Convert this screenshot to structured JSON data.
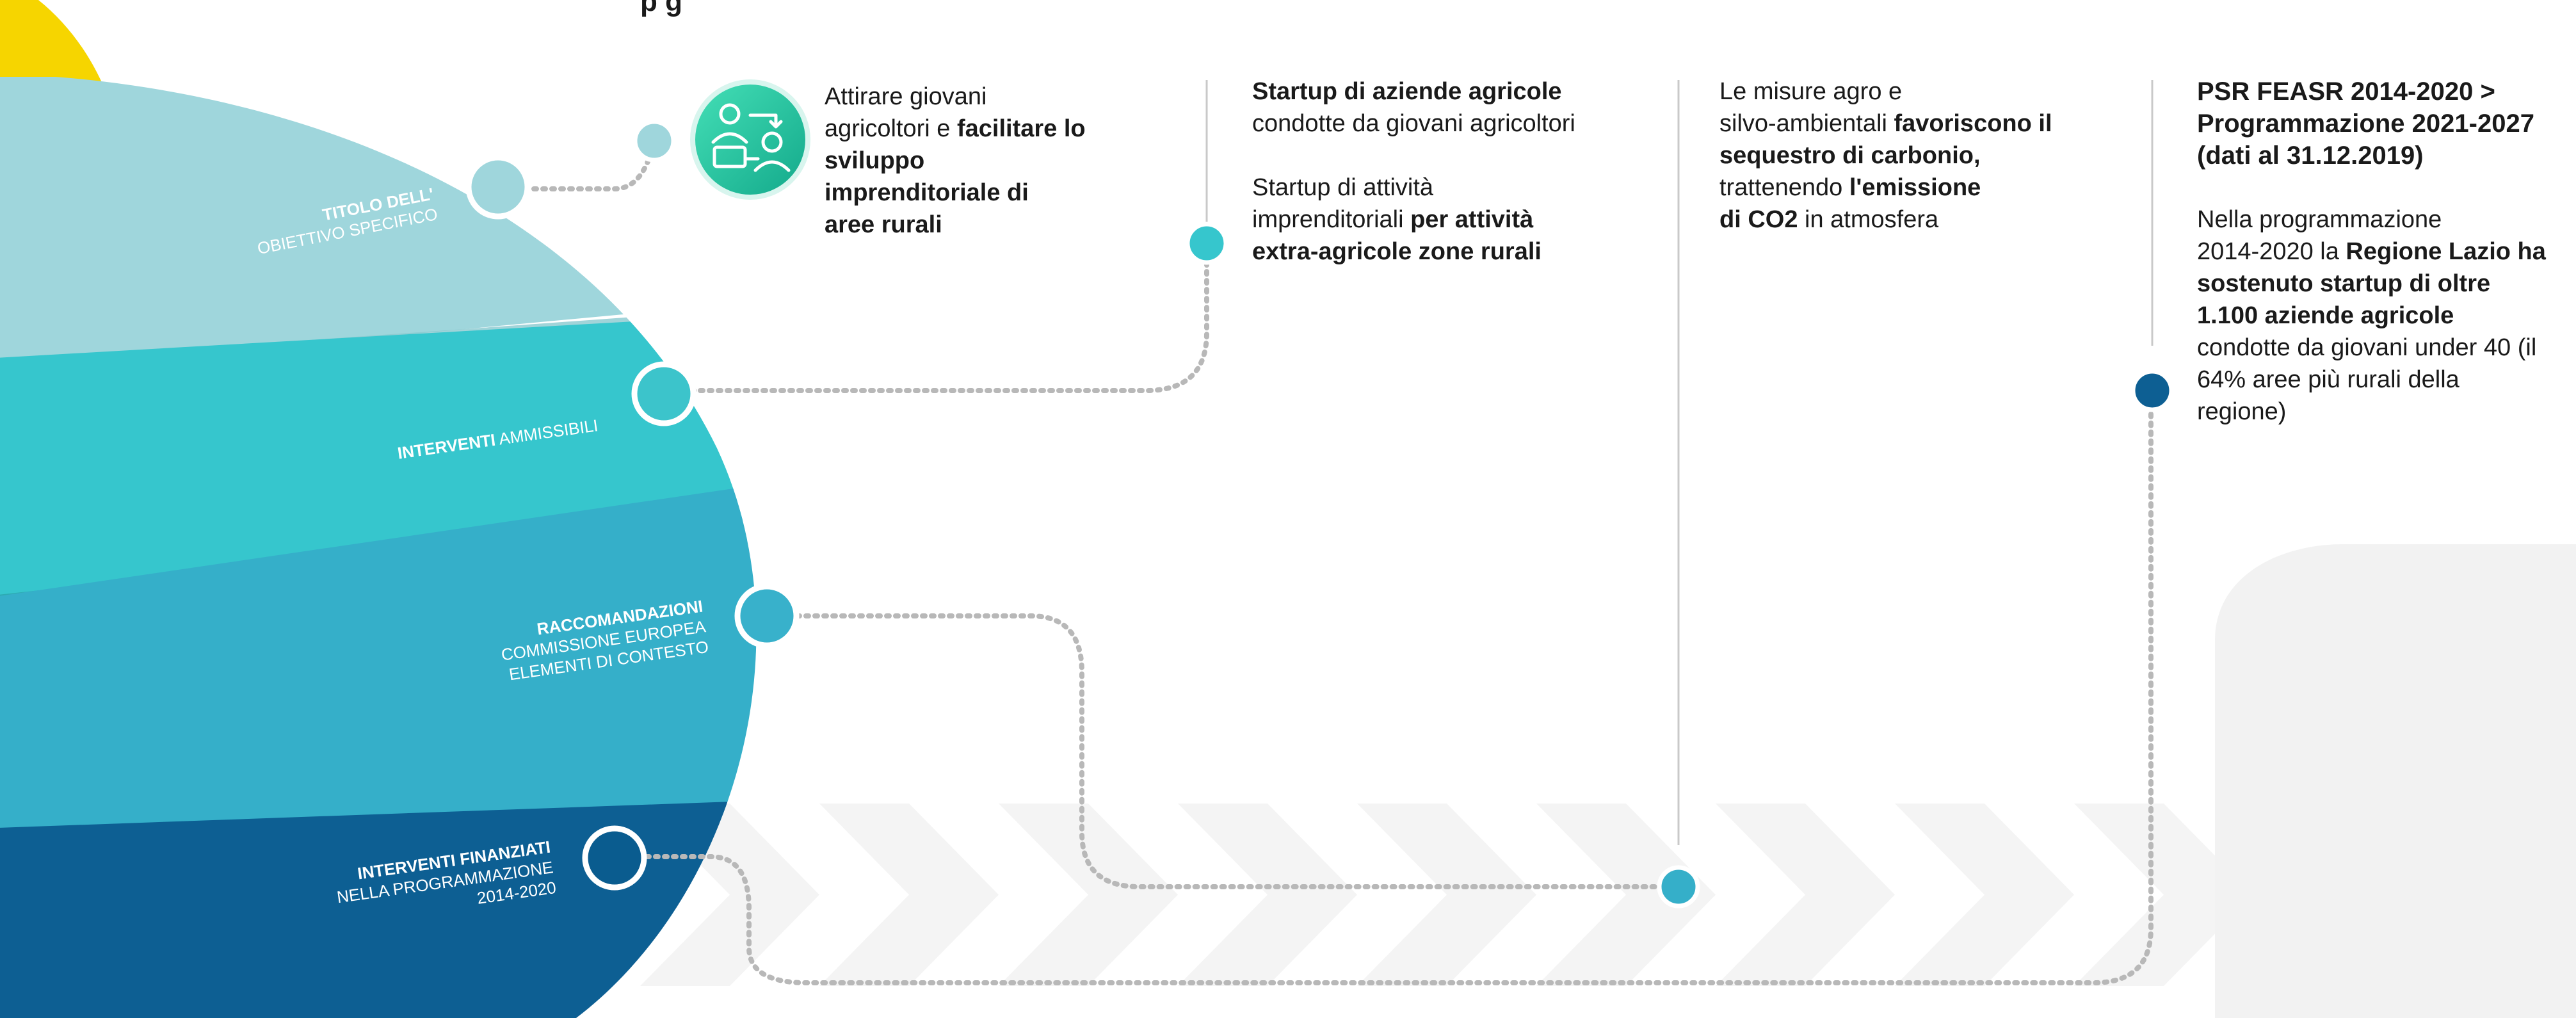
{
  "header": {
    "title_fragment": "p                         g"
  },
  "bands": [
    {
      "line1_bold": "TITOLO DELL'",
      "line1_rest": "",
      "line2": "OBIETTIVO SPECIFICO",
      "line3": ""
    },
    {
      "line1_bold": "INTERVENTI",
      "line1_rest": " AMMISSIBILI",
      "line2": "",
      "line3": ""
    },
    {
      "line1_bold": "RACCOMANDAZIONI",
      "line1_rest": "",
      "line2": "COMMISSIONE EUROPEA",
      "line3": "ELEMENTI DI CONTESTO"
    },
    {
      "line1_bold": "INTERVENTI FINANZIATI",
      "line1_rest": "",
      "line2": "NELLA PROGRAMMAZIONE",
      "line3": "2014-2020"
    }
  ],
  "column1": {
    "icon": "young-farmers-icon",
    "text_l1": "Attirare giovani",
    "text_l2_a": "agricoltori e ",
    "text_l2_b": "facilitare lo",
    "text_l3": "sviluppo",
    "text_l4": "imprenditoriale di",
    "text_l5": "aree rurali"
  },
  "column2": {
    "p1_bold": "Startup di aziende agricole",
    "p1_rest": "condotte da giovani agricoltori",
    "p2_l1": "Startup di attività",
    "p2_l2_a": "imprenditoriali ",
    "p2_l2_b": "per attività",
    "p2_l3": "extra-agricole zone rurali"
  },
  "column3": {
    "l1": "Le misure agro e",
    "l2_a": "silvo-ambientali ",
    "l2_b": "favoriscono  il",
    "l3": "sequestro di carbonio,",
    "l4_a": "trattenendo ",
    "l4_b": "l'emissione",
    "l5_b": "di CO2",
    "l5_rest": " in atmosfera"
  },
  "column4": {
    "title_l1": "PSR FEASR 2014-2020  >",
    "title_l2": "Programmazione  2021-2027",
    "title_l3": "(dati al 31.12.2019)",
    "body_l1": "Nella programmazione",
    "body_l2_a": "2014-2020 la ",
    "body_l2_b": "Regione Lazio ha",
    "body_l3": "sostenuto startup di oltre",
    "body_l4": "1.100 aziende agricole",
    "body_l5": "condotte da giovani under 40  (il",
    "body_l6": "64% aree più rurali della",
    "body_l7": "regione)"
  },
  "colors": {
    "yellow": "#f6d500",
    "band1": "#9fd6dc",
    "band2": "#36c6cd",
    "band3": "#35afc9",
    "band4": "#0d5f93",
    "node_band1": "#9fd6dc",
    "node_band2": "#3cc4cb",
    "node_band3": "#38b1cb",
    "node_band4": "#0a5c8f",
    "chevron": "#f4f4f4",
    "connector": "#b8b8b8"
  }
}
